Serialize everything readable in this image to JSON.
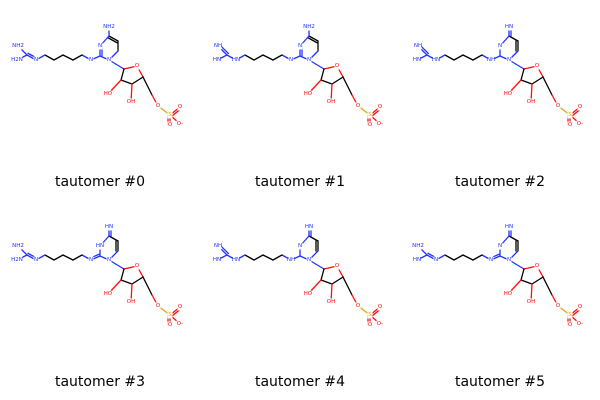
{
  "tautomers": [
    {
      "caption": "tautomer #0",
      "variant": 0,
      "labels": {
        "top": "NH2",
        "n3": "N",
        "n1": "N",
        "c2exo": "N",
        "nlink": "N",
        "amid1": "H2N",
        "amid2": "NH2",
        "ho2": "HO",
        "ho3": "OH",
        "so3a": "O",
        "so3b": "O",
        "so3c": "O-",
        "s": "S",
        "oring": "O",
        "o5": "O"
      }
    },
    {
      "caption": "tautomer #1",
      "variant": 1,
      "labels": {
        "top": "NH2",
        "n3": "N",
        "n1": "N",
        "c2exo": "N",
        "nlink": "HN",
        "amid1": "HN",
        "amid2": "NH",
        "ho2": "HO",
        "ho3": "OH",
        "so3a": "O",
        "so3b": "O",
        "so3c": "O-",
        "s": "S",
        "oring": "O",
        "o5": "O"
      }
    },
    {
      "caption": "tautomer #2",
      "variant": 2,
      "labels": {
        "top": "HN",
        "n3": "N",
        "n1": "N",
        "c2exo": "NH",
        "nlink": "HN",
        "amid1": "HN",
        "amid2": "NH",
        "ho2": "HO",
        "ho3": "OH",
        "so3a": "O",
        "so3b": "O",
        "so3c": "O-",
        "s": "S",
        "oring": "O",
        "o5": "O"
      }
    },
    {
      "caption": "tautomer #3",
      "variant": 3,
      "labels": {
        "top": "HN",
        "n3": "HN",
        "n1": "N",
        "c2exo": "N",
        "nlink": "N",
        "amid1": "H2N",
        "amid2": "NH2",
        "ho2": "HO",
        "ho3": "OH",
        "so3a": "O",
        "so3b": "O",
        "so3c": "O-",
        "s": "S",
        "oring": "O",
        "o5": "O"
      }
    },
    {
      "caption": "tautomer #4",
      "variant": 4,
      "labels": {
        "top": "HN",
        "n3": "N",
        "n1": "N",
        "c2exo": "NH",
        "nlink": "HN",
        "amid1": "HN",
        "amid2": "NH",
        "ho2": "HO",
        "ho3": "OH",
        "so3a": "O",
        "so3b": "O",
        "so3c": "O-",
        "s": "S",
        "oring": "O",
        "o5": "O"
      }
    },
    {
      "caption": "tautomer #5",
      "variant": 5,
      "labels": {
        "top": "HN",
        "n3": "N",
        "n1": "N",
        "c2exo": "N",
        "nlink": "N",
        "amid1": "HN",
        "amid2": "NH2",
        "ho2": "HO",
        "ho3": "OH",
        "so3a": "O",
        "so3b": "O",
        "so3c": "O-",
        "s": "S",
        "oring": "O",
        "o5": "O"
      }
    }
  ],
  "colors": {
    "carbon": "#000000",
    "nitrogen": "#2233ff",
    "oxygen": "#ff0d0d",
    "sulfur": "#e6a800"
  }
}
